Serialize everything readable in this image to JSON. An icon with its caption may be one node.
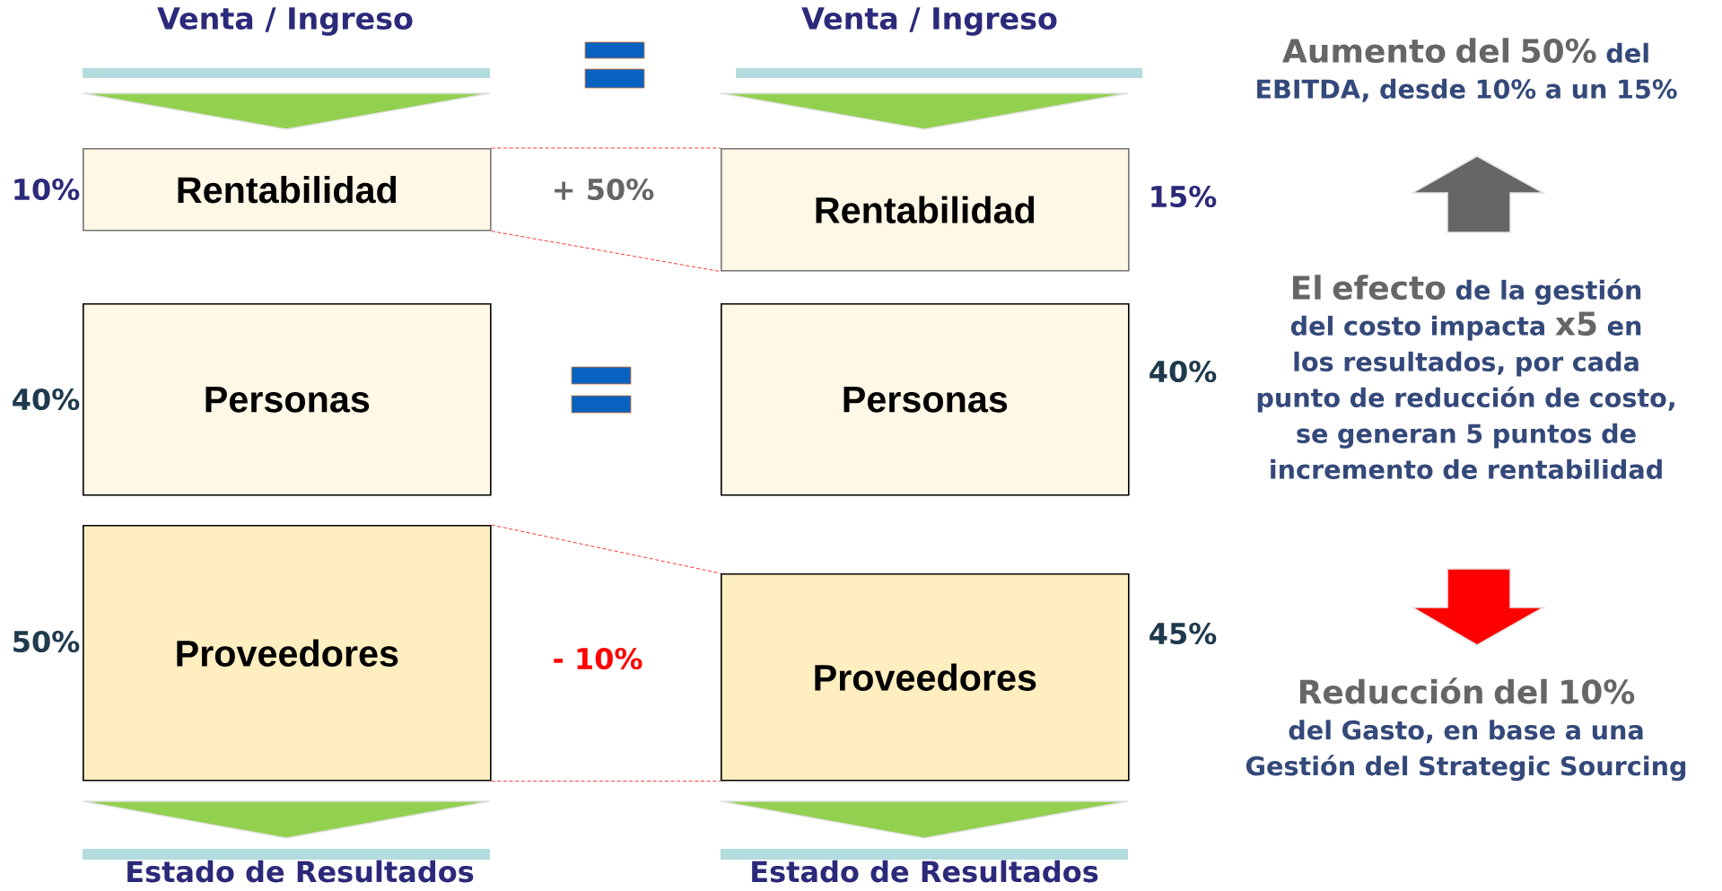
{
  "diagram": {
    "nodes": [
      {
        "text": [
          "Rentabilidad"
        ],
        "beside": [
          "10%"
        ]
      },
      {
        "text": [
          "Personas"
        ],
        "beside": [
          "40%"
        ]
      },
      {
        "text": [
          "Proveedores"
        ],
        "beside": [
          "50%"
        ]
      },
      {
        "text": [
          "Rentabilidad"
        ],
        "beside": [
          "15%"
        ]
      },
      {
        "text": [
          "Personas"
        ],
        "beside": [
          "40%"
        ]
      },
      {
        "text": [
          "Proveedores"
        ],
        "beside": [
          "45%"
        ]
      }
    ],
    "edges": [
      {
        "from": 0,
        "to": 3,
        "arrow": "none",
        "style": "dashed",
        "color": "#ff0000"
      },
      {
        "from": 0,
        "to": 3,
        "arrow": "none",
        "style": "dashed",
        "color": "#ff0000"
      },
      {
        "from": 2,
        "to": 5,
        "arrow": "none",
        "style": "dashed",
        "color": "#ff0000"
      },
      {
        "from": 2,
        "to": 5,
        "arrow": "none",
        "style": "dashed",
        "color": "#ff0000"
      }
    ],
    "labels": [
      "Venta / Ingreso",
      "Venta / Ingreso",
      "Aumento del 50%",
      "del EBITDA, desde 10% a un 15%",
      "+ 50%",
      "El efecto",
      "de la gestión del costo impacta",
      "x5",
      "en los resultados, por cada punto de reducción de costo, se generan 5 puntos de incremento de rentabilidad",
      "- 10%",
      "Reducción del 10%",
      "del Gasto, en base a una Gestión del Strategic Sourcing",
      "Estado de Resultados",
      "Estado de Resultados"
    ]
  }
}
